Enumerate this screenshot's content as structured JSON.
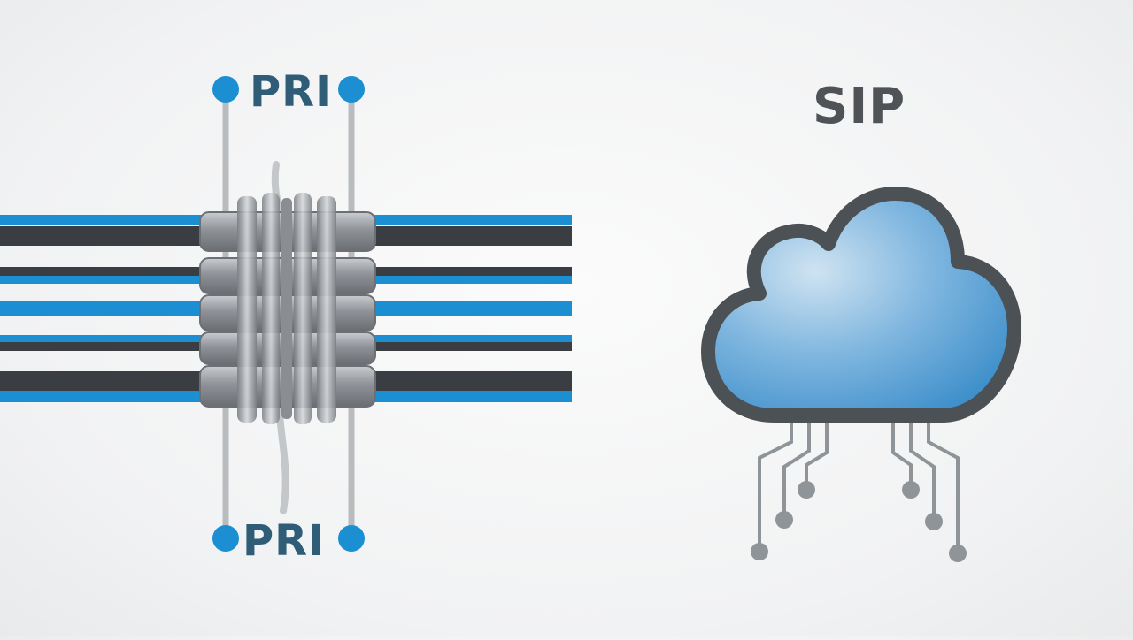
{
  "pri": {
    "top_label": "PRI",
    "bottom_label": "PRI"
  },
  "sip": {
    "label": "SIP"
  },
  "colors": {
    "blue": "#1b8fd2",
    "dark_cable": "#3a3d41",
    "label_blue": "#2f5d78",
    "label_gray": "#4f5358",
    "cloud_fill": "#4a97cf",
    "cloud_outline": "#4c5156",
    "metal": "#9a9ea3"
  },
  "icons": {
    "left": "pri-cable-bundle-icon",
    "right": "sip-cloud-icon"
  }
}
